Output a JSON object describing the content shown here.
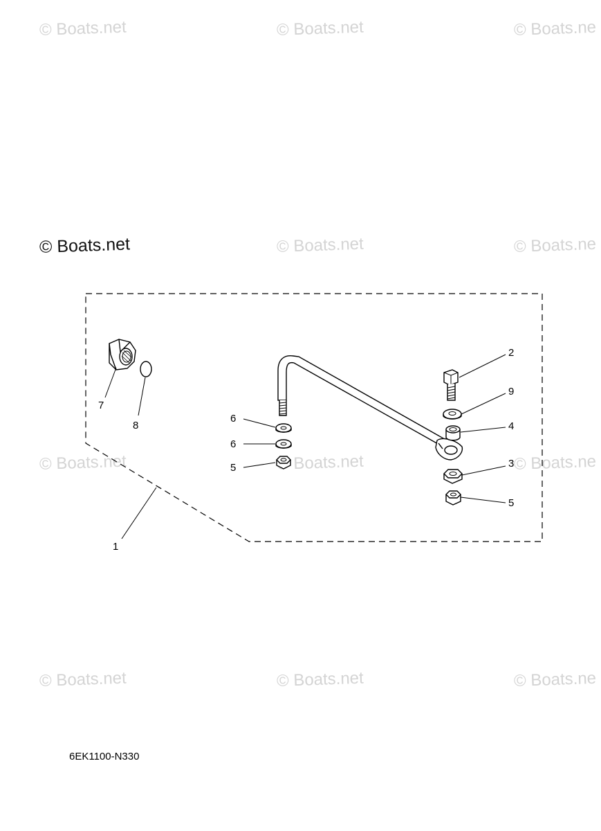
{
  "watermark": "© Boats.net",
  "watermark_clipped": "© Boats.ne",
  "diagram_code": "6EK1100-N330",
  "callouts": {
    "c1": "1",
    "c2": "2",
    "c3": "3",
    "c4": "4",
    "c5a": "5",
    "c5b": "5",
    "c6a": "6",
    "c6b": "6",
    "c7": "7",
    "c8": "8",
    "c9": "9"
  }
}
